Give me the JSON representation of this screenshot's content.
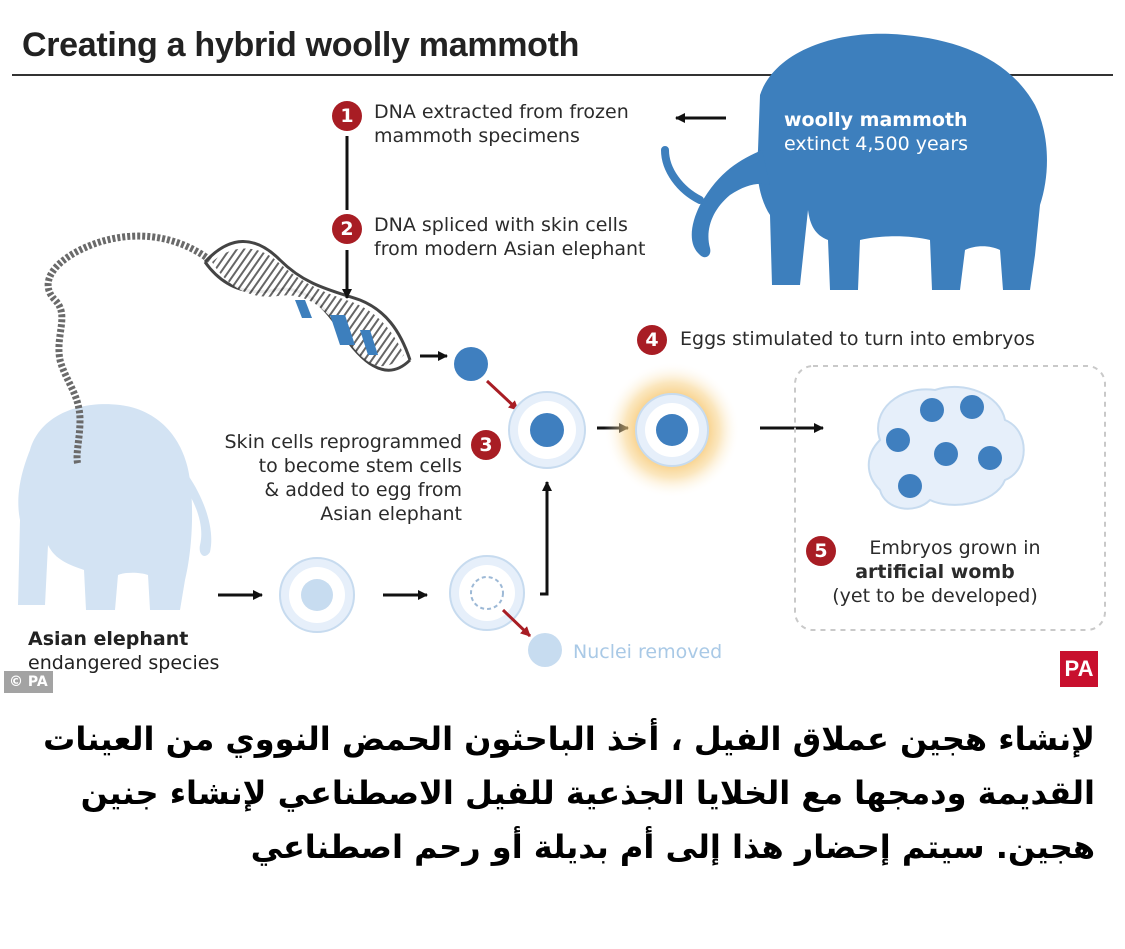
{
  "title": "Creating a hybrid woolly mammoth",
  "mammoth": {
    "name": "woolly mammoth",
    "status": "extinct 4,500 years"
  },
  "steps": [
    {
      "number": "1",
      "line1": "DNA extracted from frozen",
      "line2": "mammoth specimens"
    },
    {
      "number": "2",
      "line1": "DNA spliced with skin cells",
      "line2": "from modern Asian elephant"
    },
    {
      "number": "3",
      "line1": "Skin cells reprogrammed",
      "line2": "to become stem cells",
      "line3": "& added to egg from",
      "line4": "Asian elephant"
    },
    {
      "number": "4",
      "line1": "Eggs stimulated to turn into embryos"
    },
    {
      "number": "5",
      "line1": "Embryos grown in",
      "line2": "artificial womb",
      "line3": "(yet to be developed)"
    }
  ],
  "elephant": {
    "name": "Asian elephant",
    "status": "endangered species"
  },
  "nuclei_removed": "Nuclei removed",
  "credit": {
    "copyright": "© PA",
    "logo": "PA"
  },
  "caption": "لإنشاء هجين عملاق الفيل ، أخذ الباحثون الحمض النووي من العينات القديمة ودمجها مع الخلايا الجذعية للفيل الاصطناعي لإنشاء جنين هجين. سيتم إحضار هذا إلى أم بديلة أو رحم اصطناعي",
  "colors": {
    "mammoth_blue": "#3d7fbd",
    "elephant_blue": "#d3e3f3",
    "badge_red": "#a81d24",
    "nucleus_blue": "#3f7fbf",
    "glow_orange": "#f5b547"
  }
}
